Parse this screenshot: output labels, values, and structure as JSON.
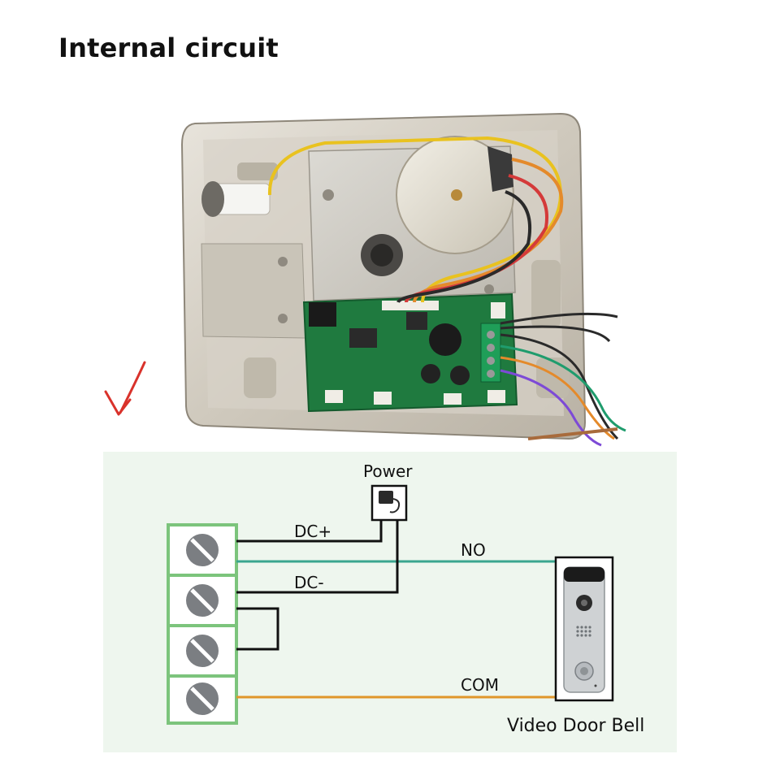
{
  "header": {
    "title": "Internal circuit"
  },
  "diagram": {
    "power_label": "Power",
    "wires": {
      "dc_plus": "DC+",
      "dc_minus": "DC-",
      "no": "NO",
      "com": "COM"
    },
    "device_label": "Video Door Bell",
    "terminal_count": 4
  },
  "colors": {
    "panel_background": "#eef6ee",
    "terminal_green": "#7cc47c",
    "wire_no": "#3aa58f",
    "wire_com": "#e0962a",
    "wire_dc": "#111111",
    "arrow_red": "#d9322b"
  }
}
